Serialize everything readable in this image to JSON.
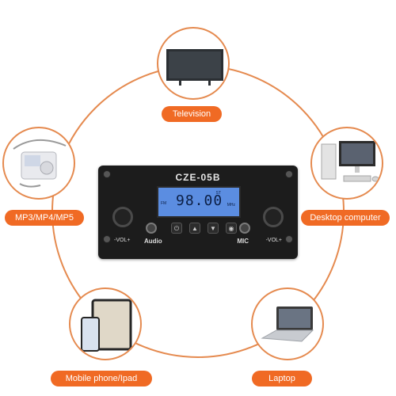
{
  "device": {
    "model": "CZE-05B",
    "frequency": "98.00",
    "lcd_fm": "FM",
    "lcd_st": "ST",
    "lcd_unit": "MHz",
    "vol_left": "-VOL+",
    "vol_right": "-VOL+",
    "audio_label": "Audio",
    "mic_label": "MIC",
    "buttons": {
      "power": "⏻",
      "up": "▲",
      "down": "▼",
      "menu": "◉"
    }
  },
  "connections": {
    "top": "Television",
    "left": "MP3/MP4/MP5",
    "right": "Desktop computer",
    "bottom_left": "Mobile phone/Ipad",
    "bottom_right": "Laptop"
  },
  "colors": {
    "accent": "#f06a24",
    "ring": "#e58a4f",
    "lcd": "#5b8de1",
    "device_body": "#1c1c1c"
  }
}
